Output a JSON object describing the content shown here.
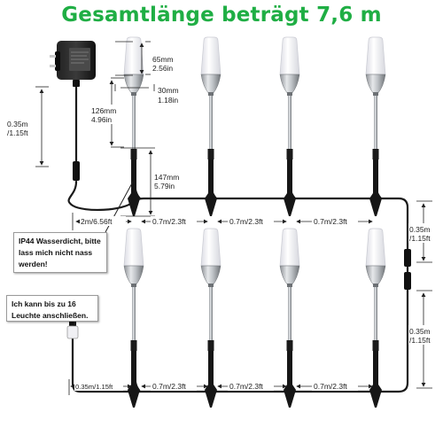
{
  "title": "Gesamtlänge beträgt 7,6 m",
  "callouts": {
    "ip44": "IP44 Wasserdicht, bitte lass mich nicht nass werden!",
    "max_lights": "Ich kann bis zu 16 Leuchte anschließen."
  },
  "dimensions": {
    "shade_height": [
      "65mm",
      "2.56in"
    ],
    "neck_width": [
      "30mm",
      "1.18in"
    ],
    "upper_pole": [
      "126mm",
      "4.96in"
    ],
    "lower_stake": [
      "147mm",
      "5.79in"
    ],
    "adapter_cable_height": [
      "0.35m",
      "/1.15ft"
    ],
    "lead_cable": "2m/6.56ft",
    "spacing_top": [
      "0.7m/2.3ft",
      "0.7m/2.3ft",
      "0.7m/2.3ft"
    ],
    "right_upper": [
      "0.35m",
      "/1.15ft"
    ],
    "right_lower": [
      "0.35m",
      "/1.15ft"
    ],
    "bottom_first": "0.35m/1.15ft",
    "spacing_bottom": [
      "0.7m/2.3ft",
      "0.7m/2.3ft",
      "0.7m/2.3ft"
    ]
  },
  "colors": {
    "title": "#1fae44",
    "cable": "#1a1a1a",
    "stainless": "#b8bcc0",
    "shade": "#f3f3f6"
  },
  "icons": {
    "adapter": "power-adapter-icon",
    "light": "garden-light-icon",
    "connector": "cable-connector-icon"
  }
}
